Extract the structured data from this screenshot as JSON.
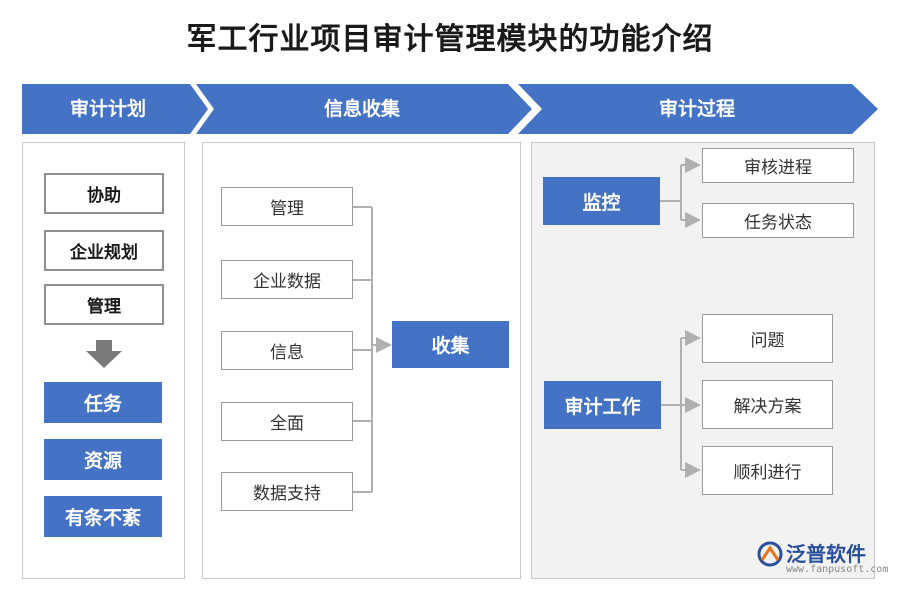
{
  "title": "军工行业项目审计管理模块的功能介绍",
  "phases": [
    "审计计划",
    "信息收集",
    "审计过程"
  ],
  "plan": {
    "steps": [
      "协助",
      "企业规划",
      "管理"
    ],
    "outcomes": [
      "任务",
      "资源",
      "有条不紊"
    ]
  },
  "collect": {
    "inputs": [
      "管理",
      "企业数据",
      "信息",
      "全面",
      "数据支持"
    ],
    "target": "收集"
  },
  "process": {
    "monitor": {
      "label": "监控",
      "items": [
        "审核进程",
        "任务状态"
      ]
    },
    "audit_work": {
      "label": "审计工作",
      "items": [
        "问题",
        "解决方案",
        "顺利进行"
      ]
    }
  },
  "logo": {
    "name": "泛普软件",
    "url": "www.fanpusoft.com"
  },
  "colors": {
    "accent": "#4472c4",
    "panel_grey": "#f2f2f2",
    "connector": "#b0b0b0"
  }
}
